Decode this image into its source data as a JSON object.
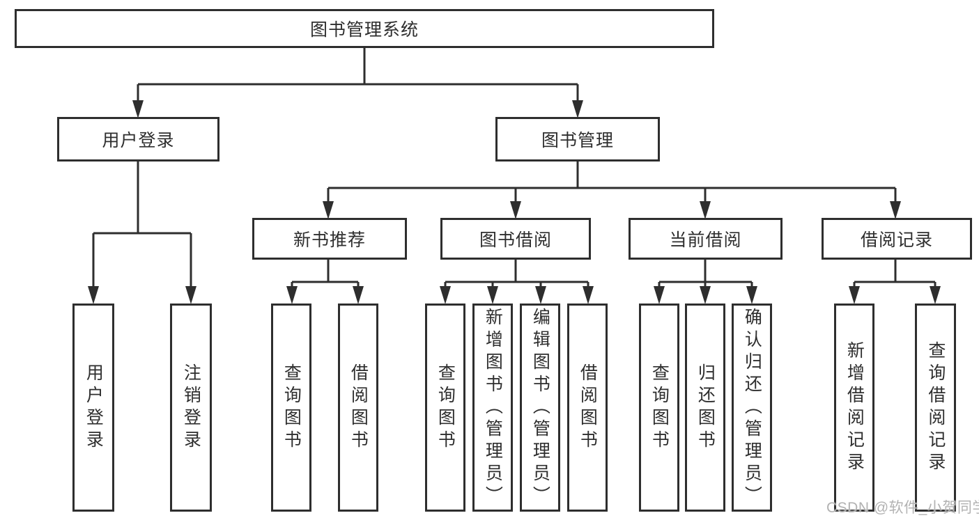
{
  "title": "图书管理系统",
  "tree": {
    "label": "图书管理系统",
    "children": [
      {
        "label": "用户登录",
        "children": [
          {
            "label": "用户登录"
          },
          {
            "label": "注销登录"
          }
        ]
      },
      {
        "label": "图书管理",
        "children": [
          {
            "label": "新书推荐",
            "children": [
              {
                "label": "查询图书"
              },
              {
                "label": "借阅图书"
              }
            ]
          },
          {
            "label": "图书借阅",
            "children": [
              {
                "label": "查询图书"
              },
              {
                "label": "新增图书（管理员）"
              },
              {
                "label": "编辑图书（管理员）"
              },
              {
                "label": "借阅图书"
              }
            ]
          },
          {
            "label": "当前借阅",
            "children": [
              {
                "label": "查询图书"
              },
              {
                "label": "归还图书"
              },
              {
                "label": "确认归还（管理员）"
              }
            ]
          },
          {
            "label": "借阅记录",
            "children": [
              {
                "label": "新增借阅记录"
              },
              {
                "label": "查询借阅记录"
              }
            ]
          }
        ]
      }
    ]
  },
  "watermark": "CSDN @软件_小贺同学",
  "colors": {
    "line": "#2e2e2e",
    "box_border": "#2e2e2e",
    "text": "#2e2e2e",
    "background": "#ffffff",
    "watermark": "#b2b2b2"
  }
}
